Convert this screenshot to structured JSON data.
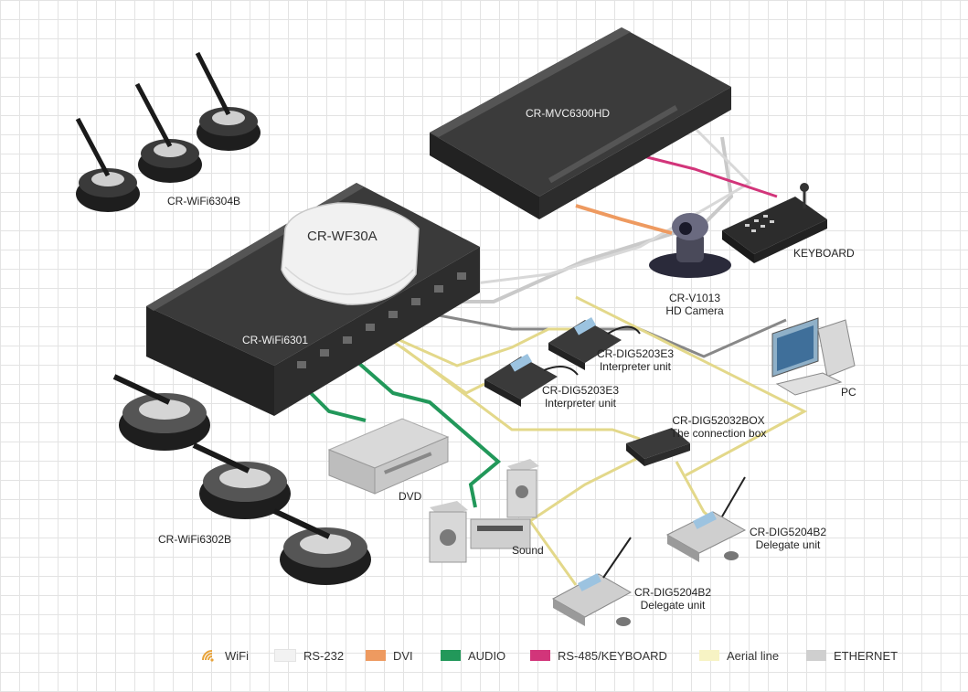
{
  "labels": {
    "wf30a": "CR-WF30A",
    "wifi6301": "CR-WiFi6301",
    "mvc6300": "CR-MVC6300HD",
    "wifi6304b": "CR-WiFi6304B",
    "wifi6302b": "CR-WiFi6302B",
    "keyboard": "KEYBOARD",
    "camera_model": "CR-V1013",
    "camera_desc": "HD Camera",
    "pc": "PC",
    "interp1_model": "CR-DIG5203E3",
    "interp1_desc": "Interpreter unit",
    "interp2_model": "CR-DIG5203E3",
    "interp2_desc": "Interpreter unit",
    "box_model": "CR-DIG52032BOX",
    "box_desc": "The connection box",
    "dvd": "DVD",
    "sound": "Sound",
    "delegate1_model": "CR-DIG5204B2",
    "delegate1_desc": "Delegate unit",
    "delegate2_model": "CR-DIG5204B2",
    "delegate2_desc": "Delegate unit"
  },
  "legend": [
    {
      "label": "WiFi",
      "color": "#e8a33a",
      "icon": "wifi-icon"
    },
    {
      "label": "RS-232",
      "color": "#f2f2f2"
    },
    {
      "label": "DVI",
      "color": "#ee9a60"
    },
    {
      "label": "AUDIO",
      "color": "#22985a"
    },
    {
      "label": "RS-485/KEYBOARD",
      "color": "#d2357a"
    },
    {
      "label": "Aerial line",
      "color": "#f7f3c4"
    },
    {
      "label": "ETHERNET",
      "color": "#cfcfcf"
    }
  ],
  "colors": {
    "device_dark": "#2a2a2a",
    "device_top": "#3a3a3a",
    "cable_gray": "#9a9a9a",
    "cable_yellow": "#e3d88a",
    "cable_green": "#22985a",
    "cable_pink": "#d2357a",
    "cable_orange": "#ee9a60"
  }
}
